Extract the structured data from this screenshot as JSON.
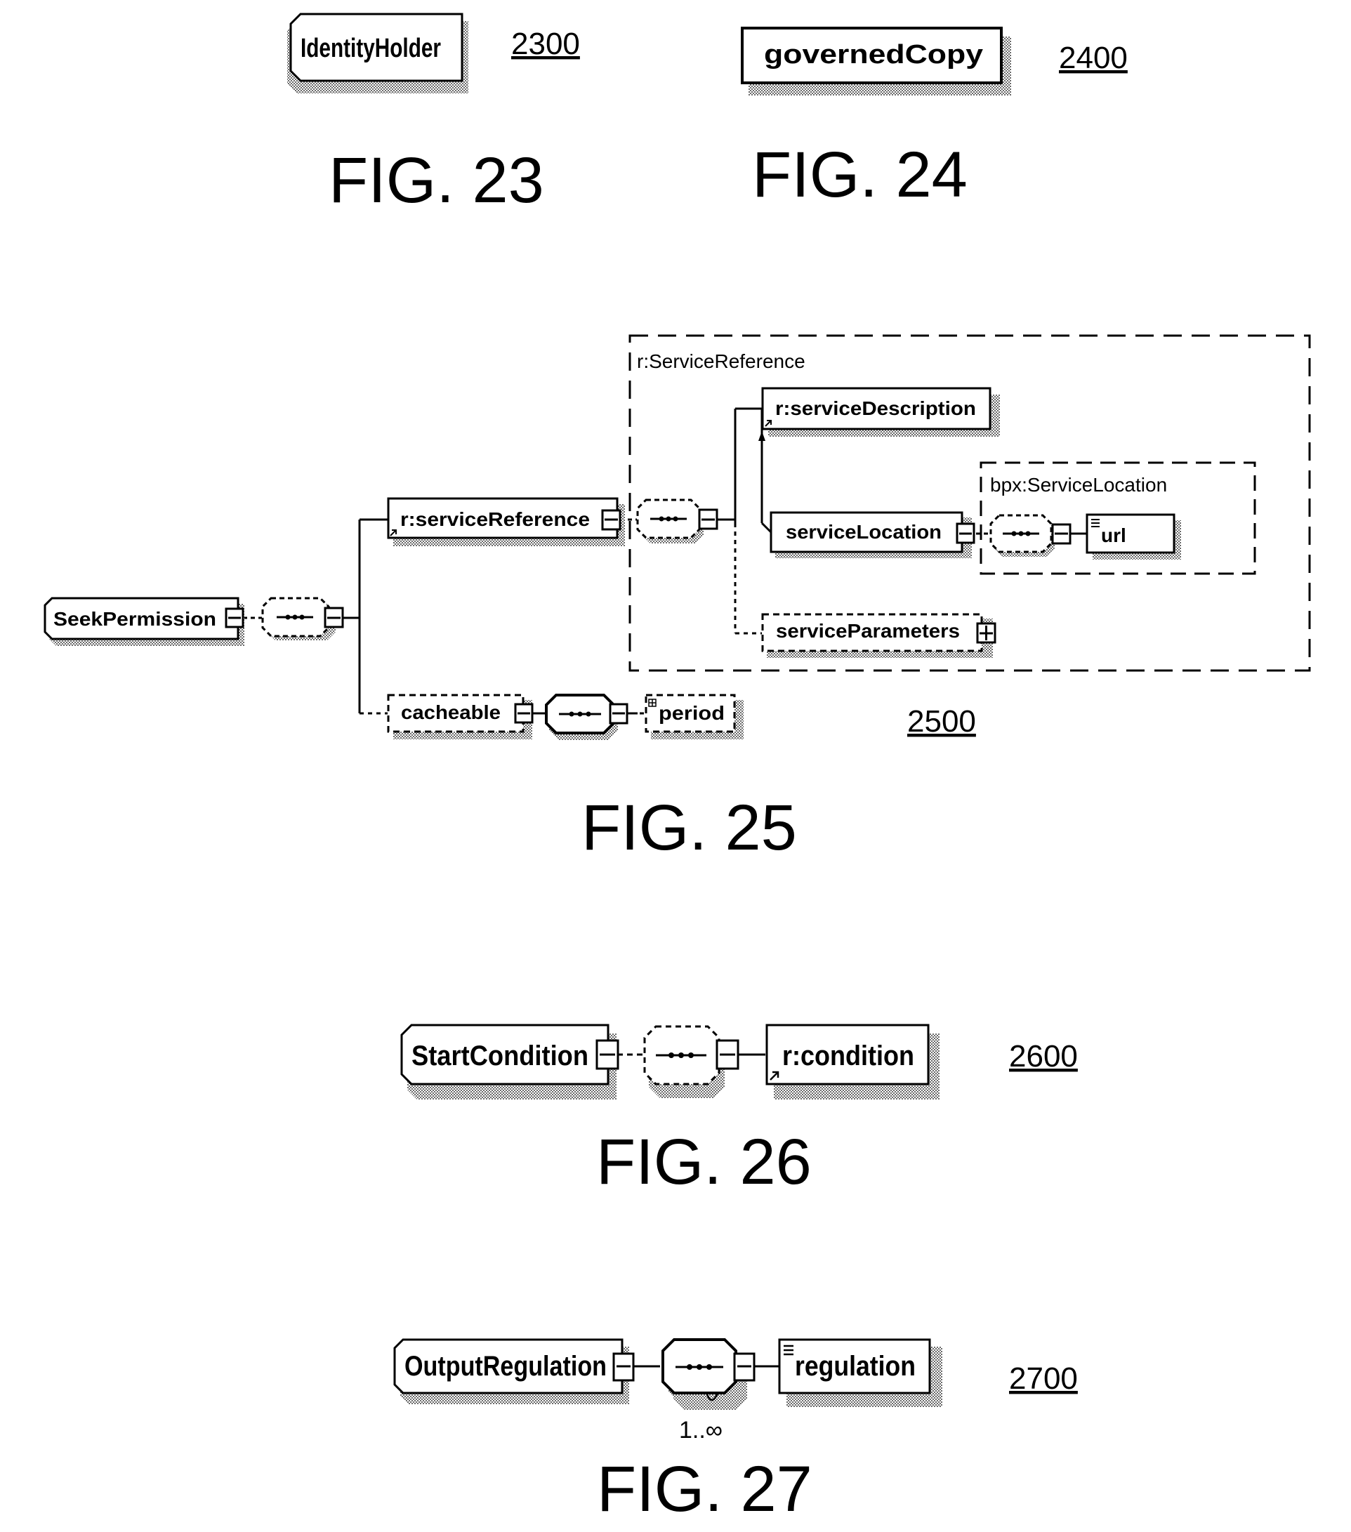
{
  "figures": {
    "fig23": {
      "caption": "FIG. 23",
      "ref": "2300",
      "element": "IdentityHolder"
    },
    "fig24": {
      "caption": "FIG. 24",
      "ref": "2400",
      "element": "governedCopy"
    },
    "fig25": {
      "caption": "FIG. 25",
      "ref": "2500",
      "root": "SeekPermission",
      "service_reference": "r:serviceReference",
      "group_service_reference": "r:ServiceReference",
      "service_description": "r:serviceDescription",
      "service_location": "serviceLocation",
      "group_service_location": "bpx:ServiceLocation",
      "url": "url",
      "service_parameters": "serviceParameters",
      "cacheable": "cacheable",
      "period": "period"
    },
    "fig26": {
      "caption": "FIG. 26",
      "ref": "2600",
      "root": "StartCondition",
      "child": "r:condition"
    },
    "fig27": {
      "caption": "FIG. 27",
      "ref": "2700",
      "root": "OutputRegulation",
      "child": "regulation",
      "cardinality": "1..∞"
    }
  }
}
